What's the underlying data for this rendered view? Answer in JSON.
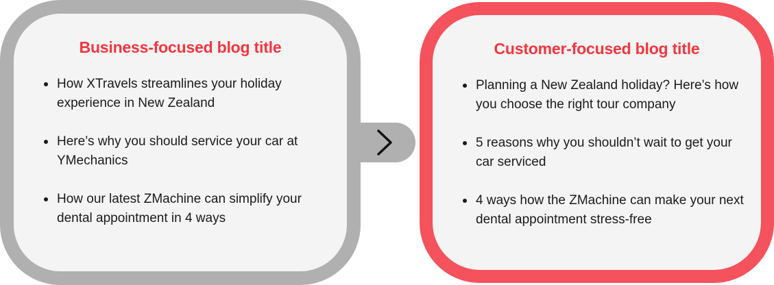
{
  "left_card": {
    "title": "Business-focused blog title",
    "items": [
      "How XTravels streamlines your holiday experience in New Zealand",
      "Here’s why you should service your car at YMechanics",
      "How our latest ZMachine can simplify your dental appointment in 4 ways"
    ]
  },
  "right_card": {
    "title": "Customer-focused blog title",
    "items": [
      "Planning a New Zealand holiday? Here’s how you choose the right tour company",
      "5 reasons why you shouldn’t wait to get your car serviced",
      "4 ways how the ZMachine can make your next dental appointment stress-free"
    ]
  },
  "connector": {
    "icon": "chevron-right-icon"
  },
  "colors": {
    "left_border": "#b0b0b0",
    "right_border": "#f4525c",
    "title_red": "#f4353f",
    "card_fill": "#f4f4f4"
  }
}
